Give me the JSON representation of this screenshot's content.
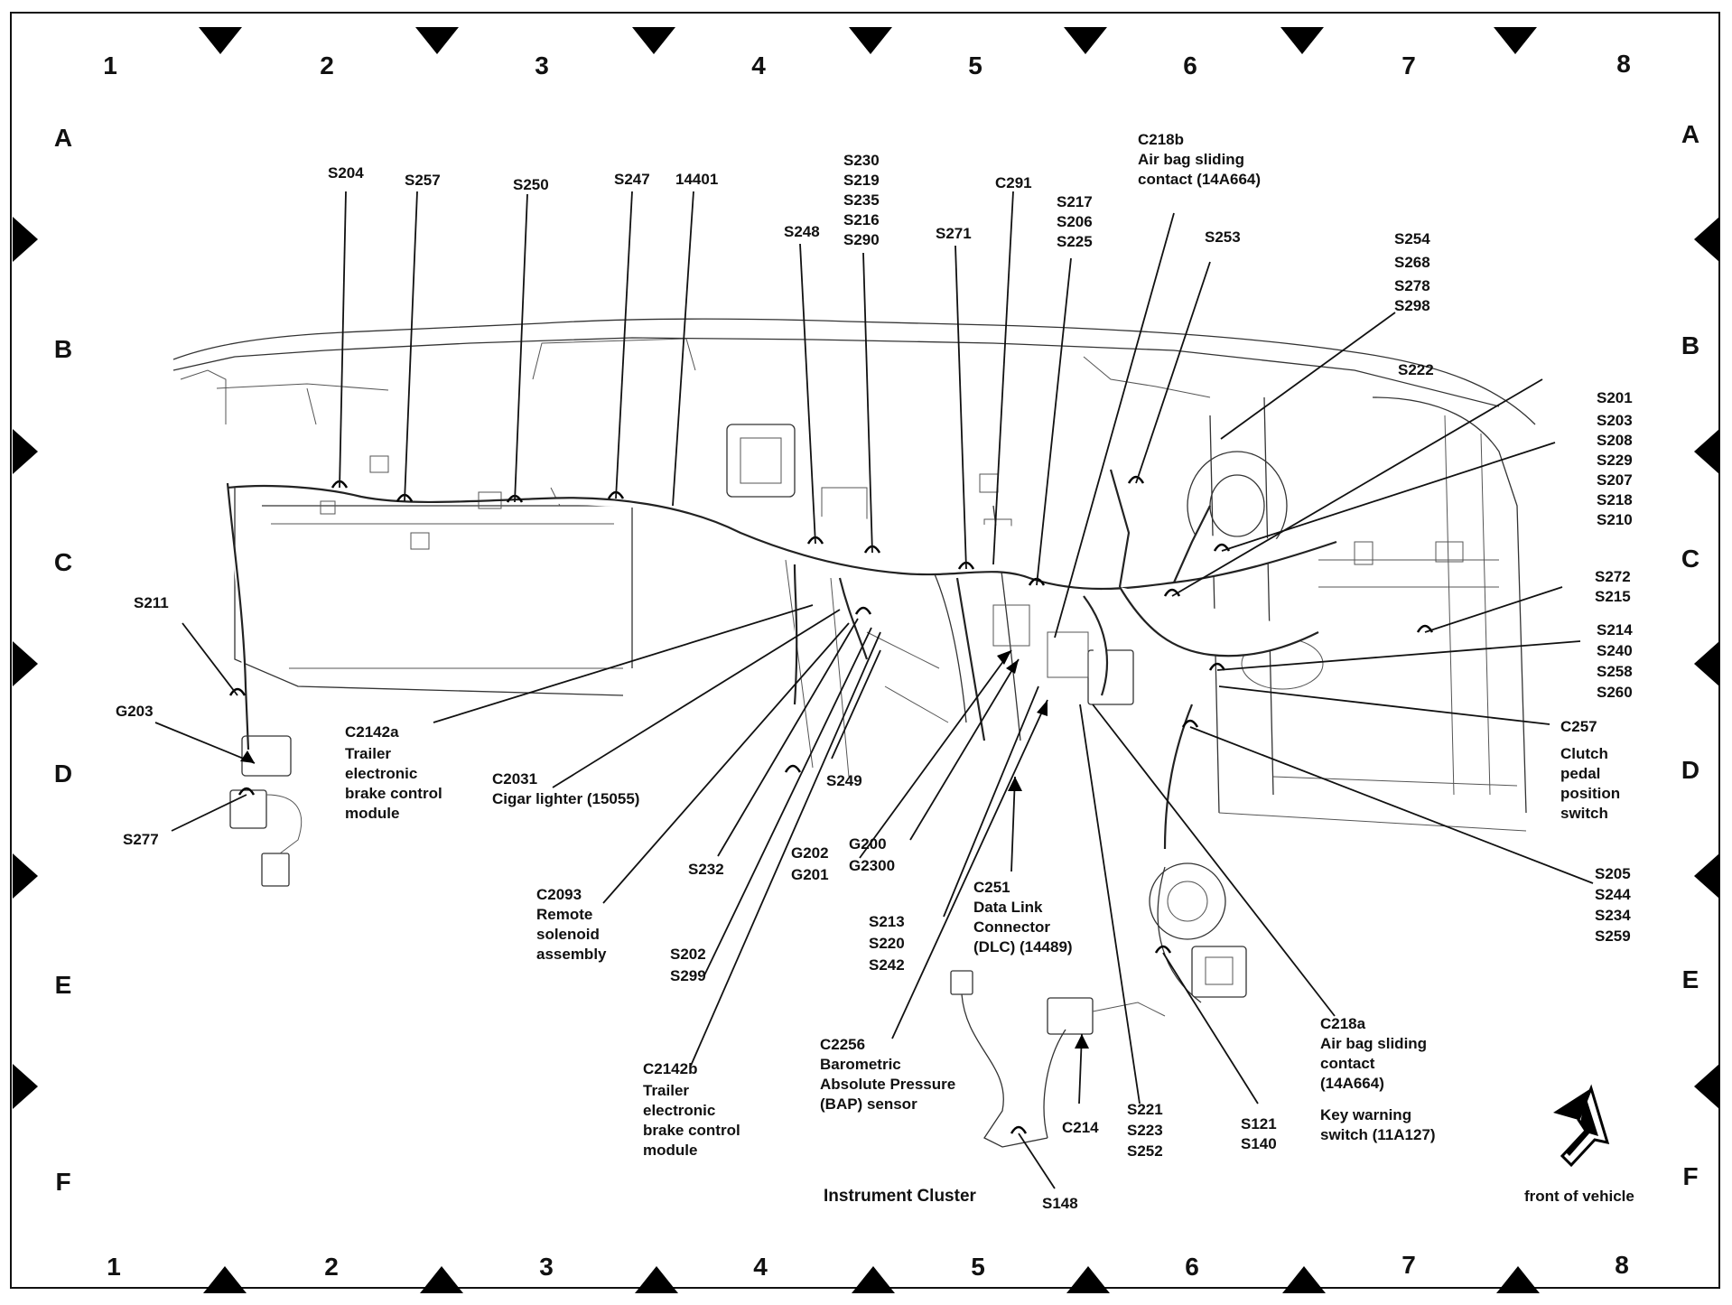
{
  "grid": {
    "top_numbers": [
      "1",
      "2",
      "3",
      "4",
      "5",
      "6",
      "7",
      "8"
    ],
    "bottom_numbers": [
      "1",
      "2",
      "3",
      "4",
      "5",
      "6",
      "7",
      "8"
    ],
    "left_letters": [
      "A",
      "B",
      "C",
      "D",
      "E",
      "F"
    ],
    "right_letters": [
      "A",
      "B",
      "C",
      "D",
      "E",
      "F"
    ]
  },
  "callouts": {
    "s204": [
      "S204"
    ],
    "s257": [
      "S257"
    ],
    "s250": [
      "S250"
    ],
    "s247": [
      "S247"
    ],
    "p14401": [
      "14401"
    ],
    "s248": [
      "S248"
    ],
    "s230": [
      "S230",
      "S219",
      "S235",
      "S216",
      "S290"
    ],
    "s271": [
      "S271"
    ],
    "c291": [
      "C291"
    ],
    "s217": [
      "S217",
      "S206",
      "S225"
    ],
    "c218b": [
      "C218b",
      "Air bag sliding",
      "contact (14A664)"
    ],
    "s253": [
      "S253"
    ],
    "s254": [
      "S254",
      "S268",
      "S278",
      "S298"
    ],
    "s222": [
      "S222"
    ],
    "s201": [
      "S201",
      "S203",
      "S208",
      "S229",
      "S207",
      "S218",
      "S210"
    ],
    "s272": [
      "S272",
      "S215"
    ],
    "s214": [
      "S214",
      "S240",
      "S258",
      "S260"
    ],
    "c257": [
      "C257"
    ],
    "clutch": [
      "Clutch",
      "pedal",
      "position",
      "switch"
    ],
    "s205": [
      "S205",
      "S244",
      "S234",
      "S259"
    ],
    "s211": [
      "S211"
    ],
    "g203": [
      "G203"
    ],
    "s277": [
      "S277"
    ],
    "c2142a": [
      "C2142a",
      "Trailer",
      "electronic",
      "brake control",
      "module"
    ],
    "c2031": [
      "C2031",
      "Cigar lighter (15055)"
    ],
    "c2093": [
      "C2093",
      "Remote",
      "solenoid",
      "assembly"
    ],
    "s232": [
      "S232"
    ],
    "s249": [
      "S249"
    ],
    "g202": [
      "G202",
      "G201"
    ],
    "g200": [
      "G200",
      "G2300"
    ],
    "s202": [
      "S202",
      "S299"
    ],
    "s213": [
      "S213",
      "S220",
      "S242"
    ],
    "c251": [
      "C251",
      "Data Link",
      "Connector",
      "(DLC) (14489)"
    ],
    "c2142b": [
      "C2142b",
      "Trailer",
      "electronic",
      "brake control",
      "module"
    ],
    "c2256": [
      "C2256",
      "Barometric",
      "Absolute Pressure",
      "(BAP) sensor"
    ],
    "c214": [
      "C214"
    ],
    "s221": [
      "S221",
      "S223",
      "S252"
    ],
    "s121": [
      "S121",
      "S140"
    ],
    "c218a": [
      "C218a",
      "Air bag sliding",
      "contact",
      "(14A664)"
    ],
    "key_warning": [
      "Key warning",
      "switch (11A127)"
    ],
    "instrument_cluster": [
      "Instrument Cluster"
    ],
    "s148": [
      "S148"
    ],
    "front_of_vehicle": [
      "front of vehicle"
    ]
  }
}
